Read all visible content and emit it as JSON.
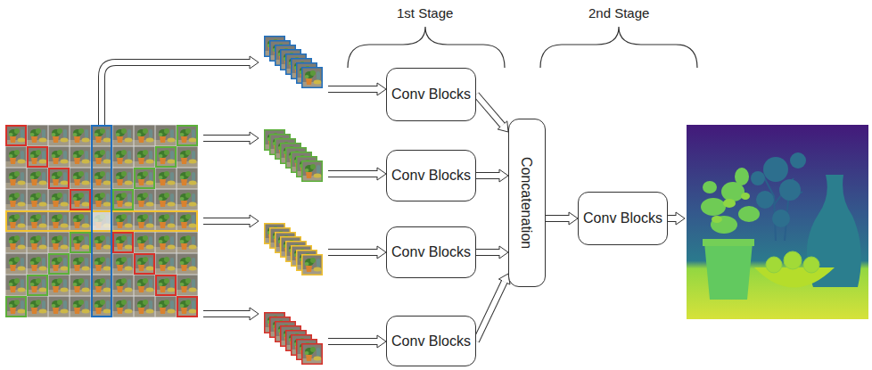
{
  "diagram": {
    "nodes": [
      {
        "text": [
          "Conv Blocks"
        ]
      },
      {
        "text": [
          "Conv Blocks"
        ]
      },
      {
        "text": [
          "Conv Blocks"
        ]
      },
      {
        "text": [
          "Conv Blocks"
        ]
      },
      {
        "text": [
          "Concatenation"
        ]
      },
      {
        "text": [
          "Conv Blocks"
        ]
      }
    ],
    "edges": [
      {
        "from": 0,
        "to": 4,
        "arrow": "to"
      },
      {
        "from": 1,
        "to": 4,
        "arrow": "to"
      },
      {
        "from": 2,
        "to": 4,
        "arrow": "to"
      },
      {
        "from": 3,
        "to": 4,
        "arrow": "to"
      },
      {
        "from": 4,
        "to": 5,
        "arrow": "to"
      }
    ],
    "labels": [
      "1st Stage",
      "2nd Stage"
    ]
  }
}
